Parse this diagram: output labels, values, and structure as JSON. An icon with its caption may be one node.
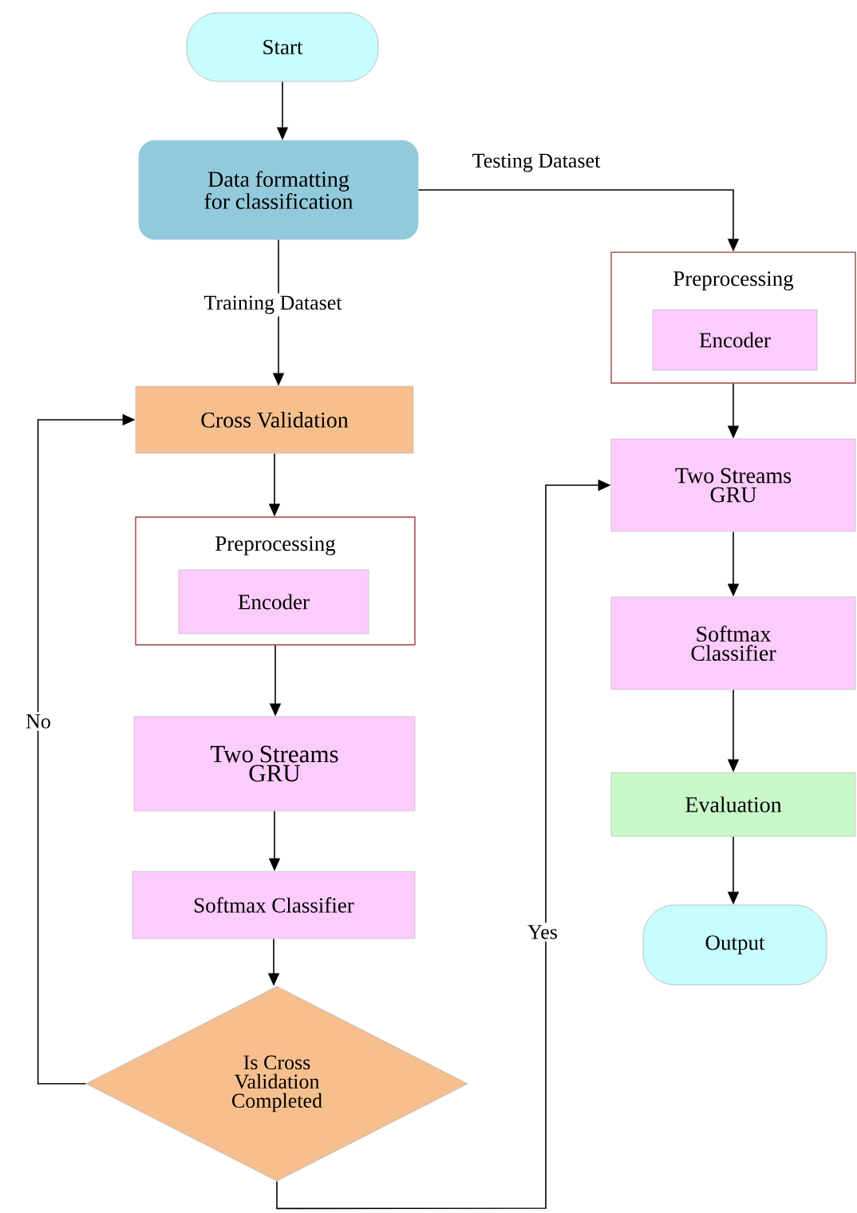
{
  "diagram": {
    "nodes": [
      {
        "text": [
          "Start"
        ]
      },
      {
        "text": [
          "Data formatting for classification"
        ]
      },
      {
        "text": [
          "Cross Validation"
        ]
      },
      {
        "text": [
          "Preprocessing"
        ]
      },
      {
        "text": [
          "Encoder"
        ],
        "in": 3
      },
      {
        "text": [
          "Two Streams GRU"
        ]
      },
      {
        "text": [
          "Softmax Classifier"
        ]
      },
      {
        "text": [
          "Is Cross Validation Completed"
        ]
      },
      {
        "text": [
          "Preprocessing"
        ]
      },
      {
        "text": [
          "Encoder"
        ],
        "in": 8
      },
      {
        "text": [
          "Two Streams GRU"
        ]
      },
      {
        "text": [
          "Softmax Classifier"
        ]
      },
      {
        "text": [
          "Evaluation"
        ]
      },
      {
        "text": [
          "Output"
        ]
      }
    ],
    "edges": [
      {
        "from": 0,
        "to": 1,
        "arrow": "to"
      },
      {
        "from": 1,
        "to": 2,
        "arrow": "to",
        "label": "Training  Dataset"
      },
      {
        "from": 1,
        "to": 8,
        "arrow": "to",
        "label": "Testing Dataset"
      },
      {
        "from": 2,
        "to": 3,
        "arrow": "to"
      },
      {
        "from": 3,
        "to": 5,
        "arrow": "to"
      },
      {
        "from": 5,
        "to": 6,
        "arrow": "to"
      },
      {
        "from": 6,
        "to": 7,
        "arrow": "to"
      },
      {
        "from": 7,
        "to": 2,
        "arrow": "to",
        "label": "No"
      },
      {
        "from": 7,
        "to": 10,
        "arrow": "to",
        "label": "Yes"
      },
      {
        "from": 8,
        "to": 10,
        "arrow": "to"
      },
      {
        "from": 10,
        "to": 11,
        "arrow": "to"
      },
      {
        "from": 11,
        "to": 12,
        "arrow": "to"
      },
      {
        "from": 12,
        "to": 13,
        "arrow": "to"
      }
    ]
  }
}
